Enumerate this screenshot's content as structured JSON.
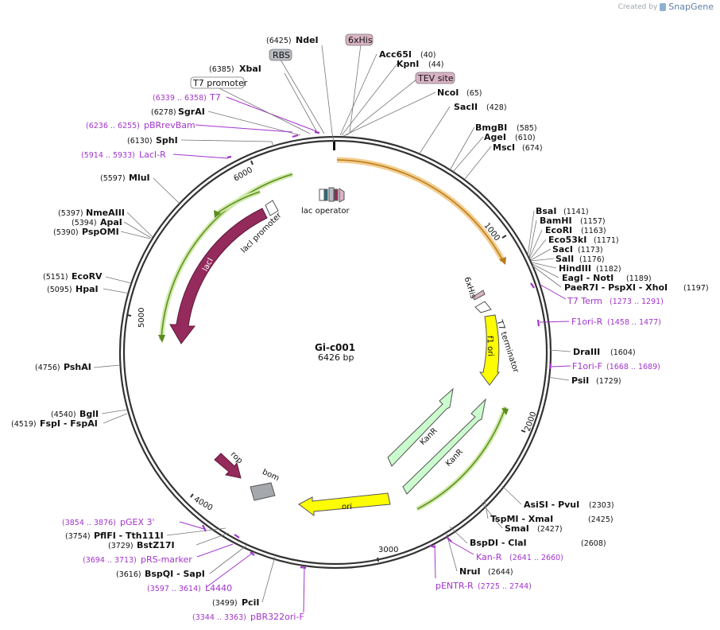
{
  "watermark": {
    "prefix": "Created by",
    "brand": "SnapGene"
  },
  "plasmid": {
    "name": "Gi-c001",
    "length_label": "6426 bp",
    "length": 6426
  },
  "ticks": [
    "1000",
    "2000",
    "3000",
    "4000",
    "5000",
    "6000"
  ],
  "enzymes_left": [
    {
      "name": "NdeI",
      "pos": "(6425)"
    },
    {
      "name": "XbaI",
      "pos": "(6385)"
    },
    {
      "name": "SgrAI",
      "pos": "(6278)"
    },
    {
      "name": "SphI",
      "pos": "(6130)"
    },
    {
      "name": "MluI",
      "pos": "(5597)"
    },
    {
      "name": "NmeAIII",
      "pos": "(5397)"
    },
    {
      "name": "ApaI",
      "pos": "(5394)"
    },
    {
      "name": "PspOMI",
      "pos": "(5390)"
    },
    {
      "name": "EcoRV",
      "pos": "(5151)"
    },
    {
      "name": "HpaI",
      "pos": "(5095)"
    },
    {
      "name": "PshAI",
      "pos": "(4756)"
    },
    {
      "name": "BglI",
      "pos": "(4540)"
    },
    {
      "name": "FspI  - FspAI",
      "pos": "(4519)"
    },
    {
      "name": "PflFI  - Tth111I",
      "pos": "(3754)"
    },
    {
      "name": "BstZ17I",
      "pos": "(3729)"
    },
    {
      "name": "BspQI  - SapI",
      "pos": "(3616)"
    },
    {
      "name": "PciI",
      "pos": "(3499)"
    }
  ],
  "enzymes_right": [
    {
      "name": "Acc65I",
      "pos": "(40)"
    },
    {
      "name": "KpnI",
      "pos": "(44)"
    },
    {
      "name": "NcoI",
      "pos": "(65)"
    },
    {
      "name": "SacII",
      "pos": "(428)"
    },
    {
      "name": "BmgBI",
      "pos": "(585)"
    },
    {
      "name": "AgeI",
      "pos": "(610)"
    },
    {
      "name": "MscI",
      "pos": "(674)"
    },
    {
      "name": "BsaI",
      "pos": "(1141)"
    },
    {
      "name": "BamHI",
      "pos": "(1157)"
    },
    {
      "name": "EcoRI",
      "pos": "(1163)"
    },
    {
      "name": "Eco53kI",
      "pos": "(1171)"
    },
    {
      "name": "SacI",
      "pos": "(1173)"
    },
    {
      "name": "SalI",
      "pos": "(1176)"
    },
    {
      "name": "HindIII",
      "pos": "(1182)"
    },
    {
      "name": "EagI  - NotI",
      "pos": "(1189)"
    },
    {
      "name": "PaeR7I  - PspXI  - XhoI",
      "pos": "(1197)"
    },
    {
      "name": "DraIII",
      "pos": "(1604)"
    },
    {
      "name": "PsiI",
      "pos": "(1729)"
    },
    {
      "name": "AsiSI  - PvuI",
      "pos": "(2303)"
    },
    {
      "name": "TspMI  - XmaI",
      "pos": "(2425)"
    },
    {
      "name": "SmaI",
      "pos": "(2427)"
    },
    {
      "name": "BspDI  - ClaI",
      "pos": "(2608)"
    },
    {
      "name": "NruI",
      "pos": "(2644)"
    }
  ],
  "primers": [
    {
      "name": "T7",
      "range": "(6339 .. 6358)"
    },
    {
      "name": "pBRrevBam",
      "range": "(6236 .. 6255)"
    },
    {
      "name": "LacI-R",
      "range": "(5914 .. 5933)"
    },
    {
      "name": "T7 Term",
      "range": "(1273 .. 1291)"
    },
    {
      "name": "F1ori-R",
      "range": "(1458 .. 1477)"
    },
    {
      "name": "F1ori-F",
      "range": "(1668 .. 1689)"
    },
    {
      "name": "Kan-R",
      "range": "(2641 .. 2660)"
    },
    {
      "name": "pENTR-R",
      "range": "(2725 .. 2744)"
    },
    {
      "name": "pGEX 3'",
      "range": "(3854 .. 3876)"
    },
    {
      "name": "pRS-marker",
      "range": "(3694 .. 3713)"
    },
    {
      "name": "L4440",
      "range": "(3597 .. 3614)"
    },
    {
      "name": "pBR322ori-F",
      "range": "(3344 .. 3363)"
    }
  ],
  "boxed_features": [
    {
      "label": "6xHis",
      "color": "#d9b3c4"
    },
    {
      "label": "RBS",
      "color": "#b8bcc2"
    },
    {
      "label": "T7 promoter",
      "color": "#ffffff"
    },
    {
      "label": "TEV site",
      "color": "#d9b3c4"
    }
  ],
  "features": {
    "lac_operator": "lac operator",
    "laci_promoter": "lacI promoter",
    "laci": "lacI",
    "his_tag": "6xHis",
    "t7_terminator": "T7 terminator",
    "f1_ori": "f1 ori",
    "kanr_1": "KanR",
    "kanr_2": "KanR",
    "ori": "ori",
    "rop": "rop",
    "bom": "bom"
  },
  "colors": {
    "laci": "#952a5c",
    "kanr": "#cbfcce",
    "f1_ori": "#fcfc03",
    "ori": "#fcfc03",
    "rop": "#952a5c",
    "bom": "#a5a8ad",
    "primer": "#a233cc",
    "backbone": "#333333",
    "orange_arc": "#e9a13a",
    "green_arc": "#7bb33a"
  }
}
